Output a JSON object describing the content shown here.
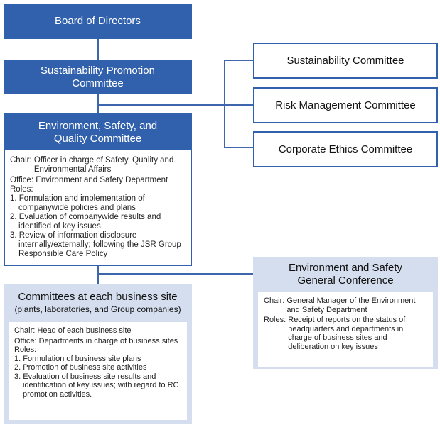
{
  "board": "Board of Directors",
  "spc": "Sustainability Promotion Committee",
  "right_committees": [
    "Sustainability Committee",
    "Risk Management Committee",
    "Corporate Ethics Committee"
  ],
  "esq": {
    "title": "Environment, Safety, and Quality Committee",
    "chair_label": "Chair:",
    "chair": "Officer in charge of Safety, Quality and Environmental Affairs",
    "office_label": "Office:",
    "office": "Environment and Safety Department",
    "roles_label": "Roles:",
    "roles": [
      "1. Formulation and implementation of companywide policies and plans",
      "2. Evaluation of companywide results and identified of key issues",
      "3. Review of information disclosure internally/externally; following the JSR Group Responsible Care Policy"
    ]
  },
  "site": {
    "title": "Committees at each business site",
    "subtitle": "(plants, laboratories, and Group companies)",
    "chair_label": "Chair:",
    "chair": "Head of each business site",
    "office_label": "Office:",
    "office": "Departments in charge of business sites",
    "roles_label": "Roles:",
    "roles": [
      "1. Formulation of business site plans",
      "2. Promotion of business site activities",
      "3. Evaluation of business site results and identification of key issues; with regard to RC promotion activities."
    ]
  },
  "conf": {
    "title": "Environment and Safety General Conference",
    "chair_label": "Chair:",
    "chair": "General Manager of the Environment and Safety Department",
    "roles_label": "Roles:",
    "roles": "Receipt of reports on the status of headquarters and departments in charge of business sites and deliberation on key issues"
  }
}
